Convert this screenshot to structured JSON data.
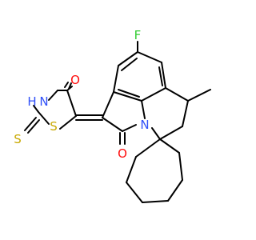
{
  "structure": {
    "atoms": {
      "fluorine": {
        "text": "F",
        "color": "#33cc33"
      },
      "ketone_oxygen_thiazolidine": {
        "text": "O",
        "color": "#ff0d0d"
      },
      "amide_nitrogen": {
        "text": "N",
        "color": "#3050f8"
      },
      "imide_hydrogen": {
        "text": "H",
        "color": "#3050f8"
      },
      "thione_sulfur": {
        "text": "S",
        "color": "#c8a800"
      },
      "ring_sulfur": {
        "text": "S",
        "color": "#c8a800"
      },
      "ring_nitrogen": {
        "text": "N",
        "color": "#3050f8"
      },
      "lactam_oxygen": {
        "text": "O",
        "color": "#ff0d0d"
      }
    }
  }
}
